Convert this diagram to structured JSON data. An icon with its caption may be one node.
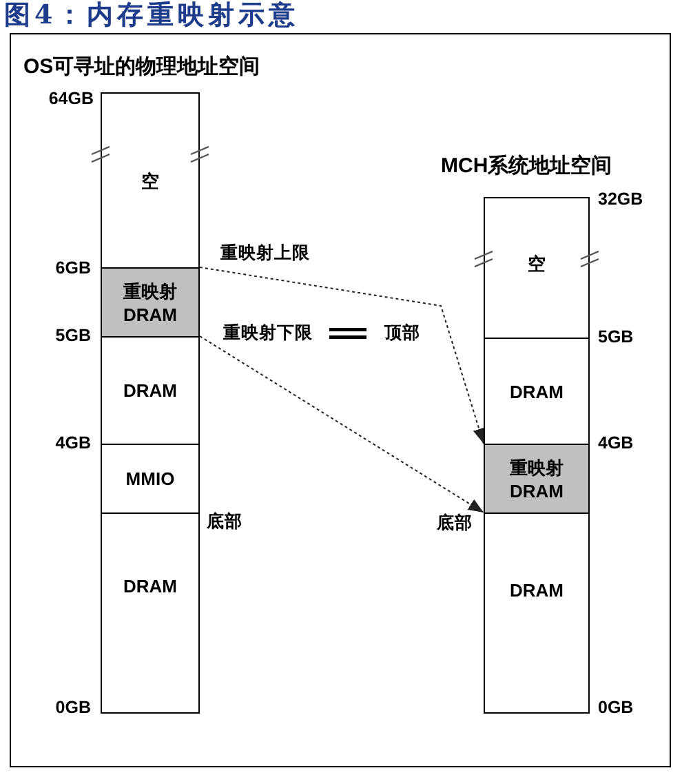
{
  "diagram": {
    "title": "图4：内存重映射示意",
    "nodes": [
      {
        "text": [
          "空"
        ]
      },
      {
        "text": [
          "重映射 DRAM"
        ]
      },
      {
        "text": [
          "DRAM"
        ]
      },
      {
        "text": [
          "MMIO"
        ]
      },
      {
        "text": [
          "DRAM"
        ]
      },
      {
        "text": [
          "空"
        ]
      },
      {
        "text": [
          "DRAM"
        ]
      },
      {
        "text": [
          "重映射 DRAM"
        ]
      },
      {
        "text": [
          "DRAM"
        ]
      }
    ],
    "edges": [
      {
        "from": 1,
        "to": 7,
        "arrow": "to",
        "style": "dashed"
      },
      {
        "from": 1,
        "to": 7,
        "arrow": "to",
        "style": "dashed"
      }
    ],
    "labels": [
      "OS可寻址的物理地址空间",
      "64GB",
      "MCH系统地址空间",
      "32GB",
      "6GB",
      "重映射上限",
      "5GB",
      "重映射下限",
      "顶部",
      "5GB",
      "4GB",
      "4GB",
      "底部",
      "底部",
      "0GB",
      "0GB"
    ]
  }
}
